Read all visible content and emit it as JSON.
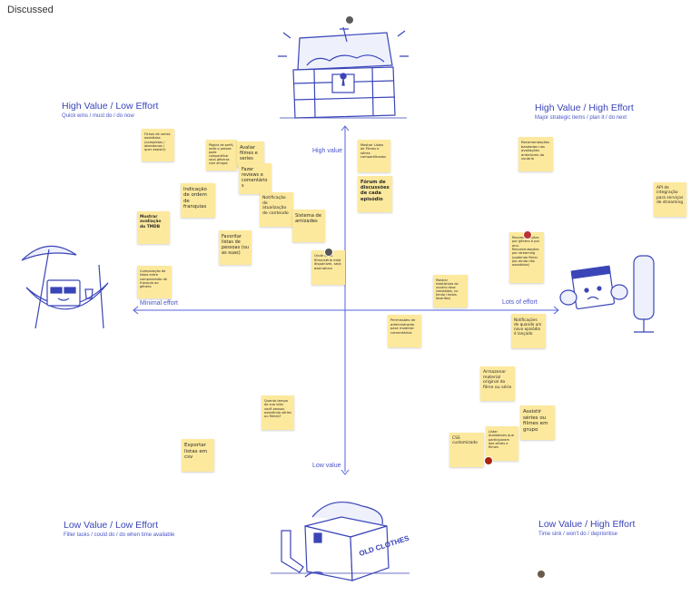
{
  "board": {
    "frame_title": "Discussed",
    "axis": {
      "top": "High value",
      "bottom": "Low value",
      "left": "Minimal effort",
      "right": "Lots of effort"
    },
    "quadrants": [
      {
        "title": "High Value / Low Effort",
        "subtitle": "Quick wins / must do / do now"
      },
      {
        "title": "High Value / High Effort",
        "subtitle": "Major strategic items / plan it / do next"
      },
      {
        "title": "Low Value / Low Effort",
        "subtitle": "Filler tasks / could do / do when time available"
      },
      {
        "title": "Low Value / High Effort",
        "subtitle": "Time sink / won't do / deprioritise"
      }
    ],
    "notes": [
      {
        "text": "Fichas de series assistidas (completas / abandonas / quer assistir)"
      },
      {
        "text": "Página de perfil, onde a pessoa pode compartilhar seus gêneros com amigos"
      },
      {
        "text": "Avaliar filmes e series"
      },
      {
        "text": "Fazer reviews e comentários"
      },
      {
        "text": "Mostrar Listas de Filmes e séries compartilhadas"
      },
      {
        "text": "Recomendações baseadas nas avaliações anteriores do usuário"
      },
      {
        "text": "Fórum de discussões de cada episódio"
      },
      {
        "text": "Indicação de ordem de franquias"
      },
      {
        "text": "Notificação de atualização de conteúdo"
      },
      {
        "text": "Sistema de amizades"
      },
      {
        "text": "API de integração para serviços de streaming"
      },
      {
        "text": "Mostrar avaliação do TMDB"
      },
      {
        "text": "Favoritar listas de pessoas (ou as suas)"
      },
      {
        "text": "Onde cada filme/série está disponível, se/à assinatura"
      },
      {
        "text": "Recomendações por gênero e por ano. Recomendações por streaming (podendo filtrar por ainda não assistidos)"
      },
      {
        "text": "Comparação de listas entre compreensão de franquia ao gênero"
      },
      {
        "text": "Mostrar estatísticas do usuário atua: (assistidos, no tendo / totais, favoritos)"
      },
      {
        "text": "Notificações de quando um novo episódio é lançado"
      },
      {
        "text": "Permissões de administrador para moderar comentários"
      },
      {
        "text": "Armazenar material original do filme ou série"
      },
      {
        "text": "Quanto tempo de sua vida você passou assistindo séries ou filmes?"
      },
      {
        "text": "Assistir séries ou filmes em grupo"
      },
      {
        "text": "CSS customizado"
      },
      {
        "text": "Listar dubladores que participaram das séries e filmes"
      },
      {
        "text": "Exportar listas em csv"
      }
    ],
    "illustrations": {
      "chest_label": "treasure-chest",
      "box_text": "OLD CLOTHES"
    },
    "colors": {
      "accent": "#3a45b8",
      "note": "#fde99d",
      "axis": "#5560d8"
    }
  }
}
